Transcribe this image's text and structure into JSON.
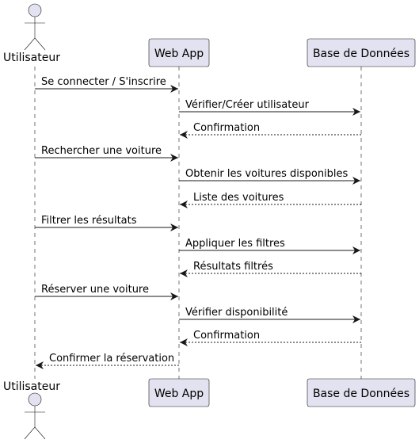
{
  "colors": {
    "participant_fill": "#E2E2F0",
    "participant_stroke": "#181818",
    "lifeline": "#181818",
    "arrow": "#181818",
    "background": "#FFFFFF"
  },
  "participants": [
    {
      "id": "user",
      "label": "Utilisateur",
      "kind": "actor"
    },
    {
      "id": "webapp",
      "label": "Web App",
      "kind": "participant"
    },
    {
      "id": "db",
      "label": "Base de Données",
      "kind": "participant"
    }
  ],
  "messages": [
    {
      "from": "user",
      "to": "webapp",
      "label": "Se connecter / S'inscrire",
      "style": "solid"
    },
    {
      "from": "webapp",
      "to": "db",
      "label": "Vérifier/Créer utilisateur",
      "style": "solid"
    },
    {
      "from": "db",
      "to": "webapp",
      "label": "Confirmation",
      "style": "dashed"
    },
    {
      "from": "user",
      "to": "webapp",
      "label": "Rechercher une voiture",
      "style": "solid"
    },
    {
      "from": "webapp",
      "to": "db",
      "label": "Obtenir les voitures disponibles",
      "style": "solid"
    },
    {
      "from": "db",
      "to": "webapp",
      "label": "Liste des voitures",
      "style": "dashed"
    },
    {
      "from": "user",
      "to": "webapp",
      "label": "Filtrer les résultats",
      "style": "solid"
    },
    {
      "from": "webapp",
      "to": "db",
      "label": "Appliquer les filtres",
      "style": "solid"
    },
    {
      "from": "db",
      "to": "webapp",
      "label": "Résultats filtrés",
      "style": "dashed"
    },
    {
      "from": "user",
      "to": "webapp",
      "label": "Réserver une voiture",
      "style": "solid"
    },
    {
      "from": "webapp",
      "to": "db",
      "label": "Vérifier disponibilité",
      "style": "solid"
    },
    {
      "from": "db",
      "to": "webapp",
      "label": "Confirmation",
      "style": "dashed"
    },
    {
      "from": "webapp",
      "to": "user",
      "label": "Confirmer la réservation",
      "style": "dashed"
    }
  ]
}
